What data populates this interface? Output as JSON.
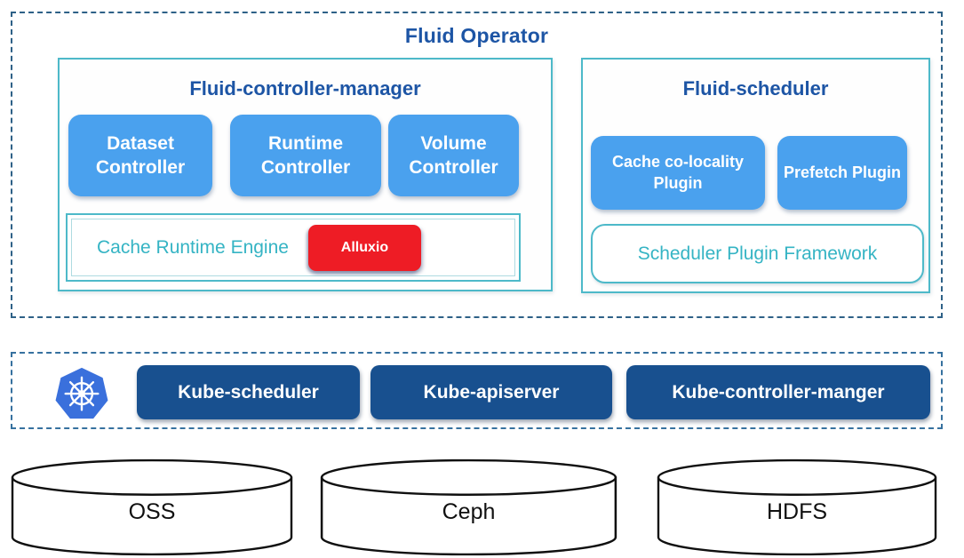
{
  "operator": {
    "title": "Fluid Operator",
    "controller_manager": {
      "title": "Fluid-controller-manager",
      "controllers": [
        "Dataset Controller",
        "Runtime Controller",
        "Volume Controller"
      ],
      "engine": {
        "label": "Cache Runtime Engine",
        "badge": "Alluxio"
      }
    },
    "scheduler": {
      "title": "Fluid-scheduler",
      "plugins": [
        "Cache co-locality Plugin",
        "Prefetch Plugin"
      ],
      "framework": "Scheduler Plugin Framework"
    }
  },
  "kubernetes": {
    "logo_icon": "kubernetes-logo",
    "components": [
      "Kube-scheduler",
      "Kube-apiserver",
      "Kube-controller-manger"
    ]
  },
  "storage": [
    "OSS",
    "Ceph",
    "HDFS"
  ],
  "colors": {
    "heading_blue": "#1d55a5",
    "node_blue": "#4aa1ee",
    "teal_border": "#4db9c9",
    "teal_text": "#35b4c4",
    "alluxio_red": "#ee1c25",
    "kube_navy": "#18508f",
    "k8s_logo_blue": "#3a70dc",
    "dashed_border": "#2e6187",
    "cylinder_stroke": "#101010"
  }
}
